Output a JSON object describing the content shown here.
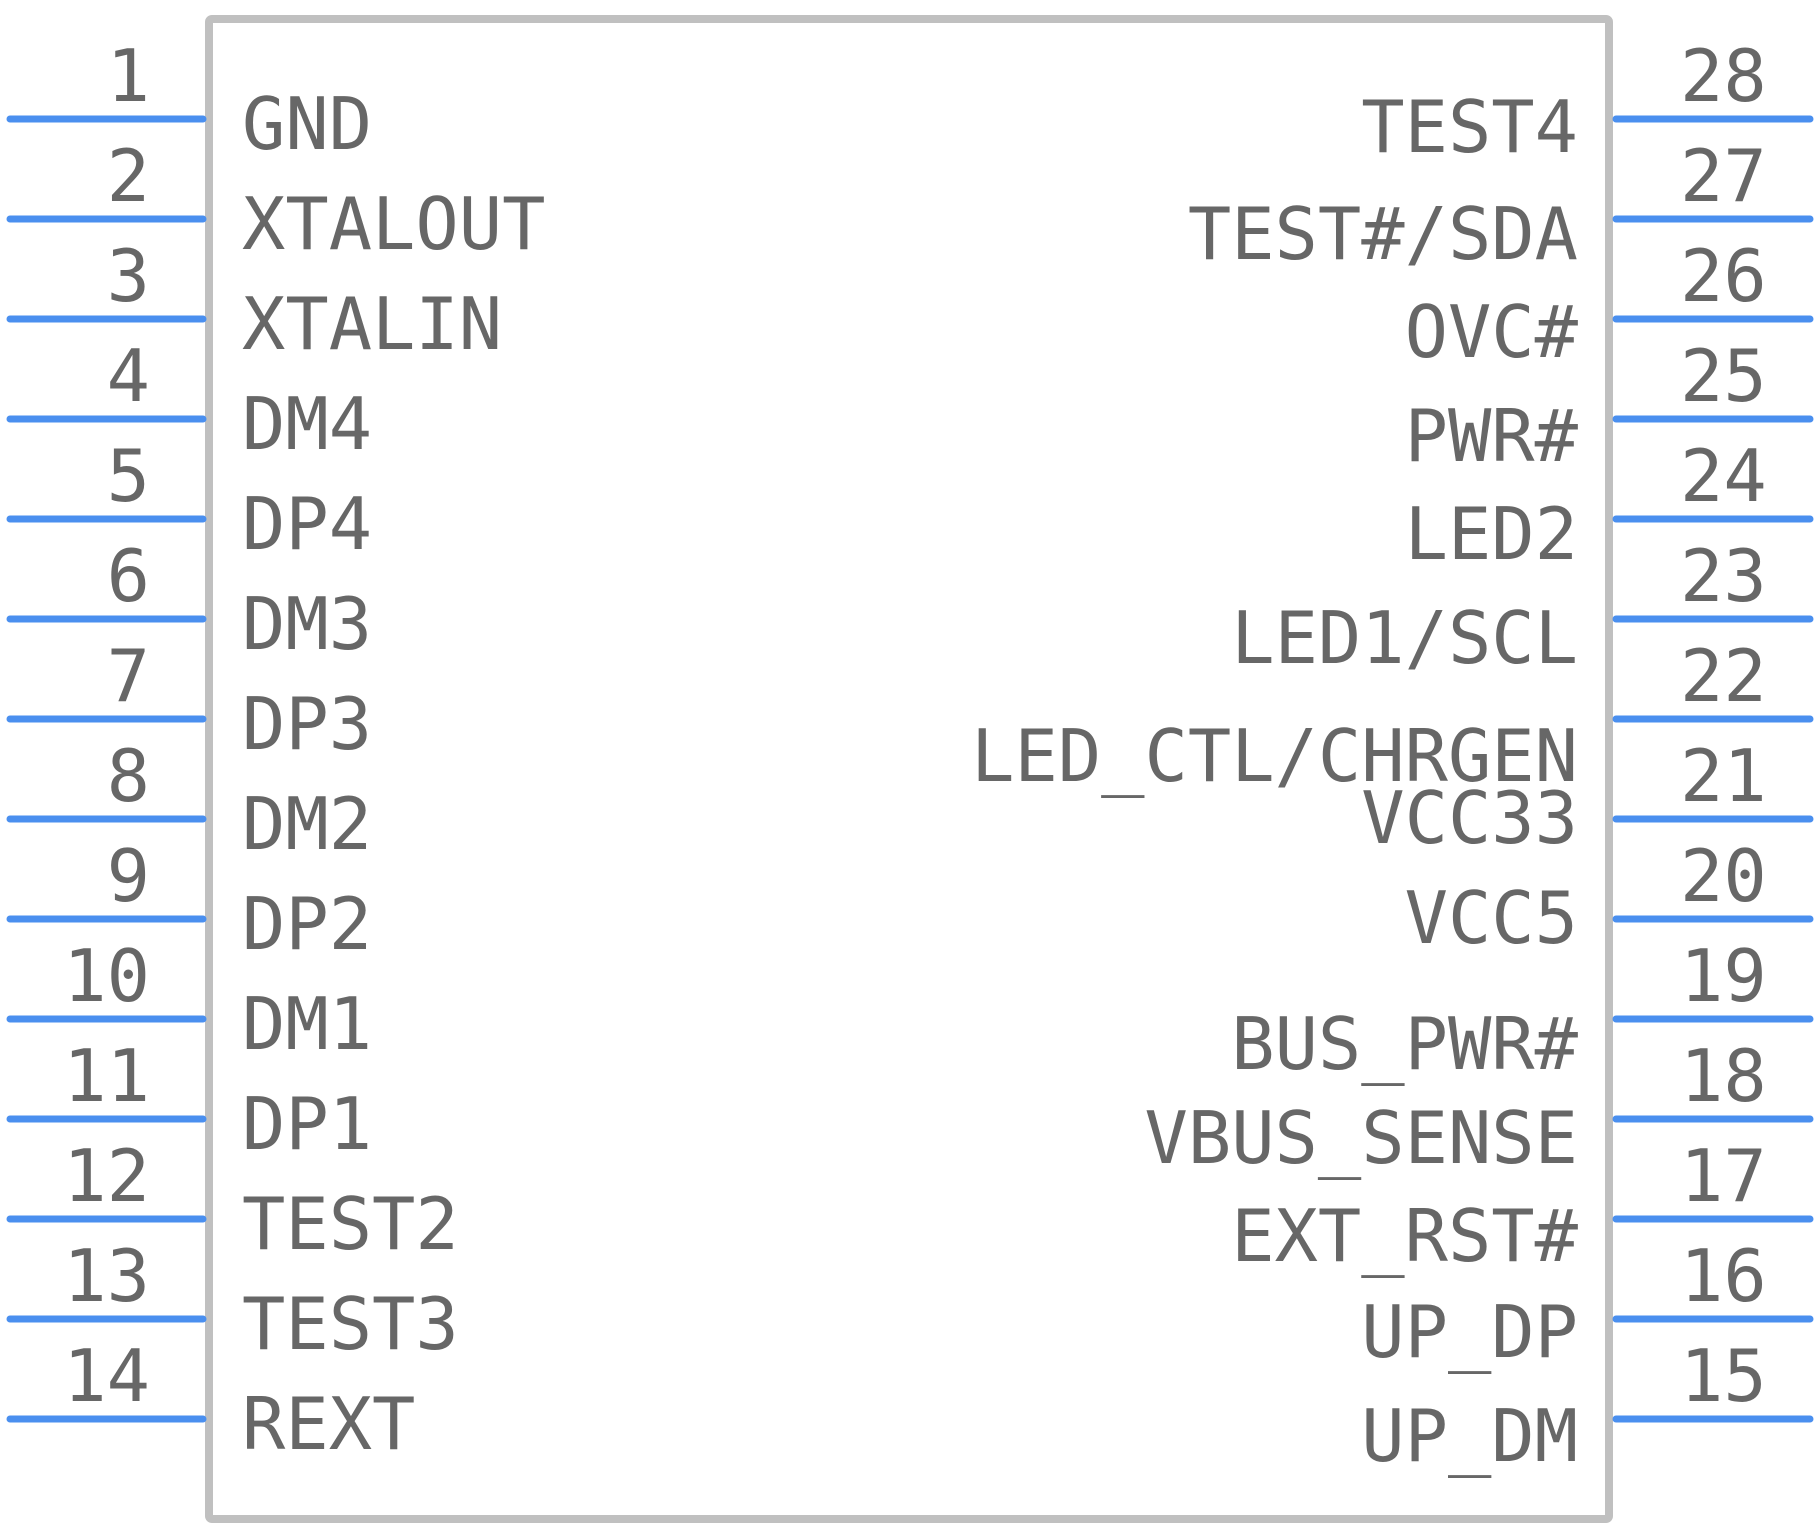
{
  "component": {
    "left_pins": [
      {
        "number": "1",
        "name": "GND"
      },
      {
        "number": "2",
        "name": "XTALOUT"
      },
      {
        "number": "3",
        "name": "XTALIN"
      },
      {
        "number": "4",
        "name": "DM4"
      },
      {
        "number": "5",
        "name": "DP4"
      },
      {
        "number": "6",
        "name": "DM3"
      },
      {
        "number": "7",
        "name": "DP3"
      },
      {
        "number": "8",
        "name": "DM2"
      },
      {
        "number": "9",
        "name": "DP2"
      },
      {
        "number": "10",
        "name": "DM1"
      },
      {
        "number": "11",
        "name": "DP1"
      },
      {
        "number": "12",
        "name": "TEST2"
      },
      {
        "number": "13",
        "name": "TEST3"
      },
      {
        "number": "14",
        "name": "REXT"
      }
    ],
    "right_pins": [
      {
        "number": "28",
        "name": "TEST4"
      },
      {
        "number": "27",
        "name": "TEST#/SDA"
      },
      {
        "number": "26",
        "name": "OVC#"
      },
      {
        "number": "25",
        "name": "PWR#"
      },
      {
        "number": "24",
        "name": "LED2"
      },
      {
        "number": "23",
        "name": "LED1/SCL"
      },
      {
        "number": "22",
        "name": "LED_CTL/CHRGEN"
      },
      {
        "number": "21",
        "name": "VCC33"
      },
      {
        "number": "20",
        "name": "VCC5"
      },
      {
        "number": "19",
        "name": "BUS_PWR#"
      },
      {
        "number": "18",
        "name": "VBUS_SENSE"
      },
      {
        "number": "17",
        "name": "EXT_RST#"
      },
      {
        "number": "16",
        "name": "UP_DP"
      },
      {
        "number": "15",
        "name": "UP_DM"
      }
    ]
  },
  "colors": {
    "pin_line": "#4a8fef",
    "body_outline": "#c0c0c0",
    "text": "#676767"
  }
}
